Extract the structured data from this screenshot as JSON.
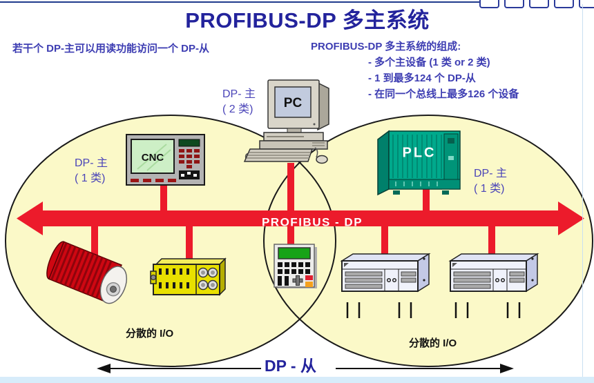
{
  "slide": {
    "title": "PROFIBUS-DP 多主系统"
  },
  "notes": {
    "left": "若干个 DP-主可以用读功能访问一个 DP-从"
  },
  "composition": {
    "heading": "PROFIBUS-DP 多主系统的组成:",
    "items": [
      "- 多个主设备 (1 类 or 2 类)",
      "- 1 到最多124 个 DP-从",
      "- 在同一个总线上最多126 个设备"
    ]
  },
  "bus": {
    "label": "PROFIBUS - DP"
  },
  "devices": {
    "pc": {
      "screen_label": "PC",
      "role": [
        "DP- 主",
        "( 2 类)"
      ]
    },
    "cnc": {
      "screen_label": "CNC",
      "role": [
        "DP- 主",
        "( 1 类)"
      ]
    },
    "plc": {
      "screen_label": "PLC",
      "role": [
        "DP- 主",
        "( 1 类)"
      ]
    }
  },
  "io": {
    "left_label": "分散的 I/O",
    "right_label": "分散的 I/O"
  },
  "bottom": {
    "span_label": "DP - 从"
  },
  "colors": {
    "bus_red": "#ec1b2b",
    "segment_fill": "#fbf9c8",
    "title_blue": "#23239c",
    "text_blue": "#3d3db2",
    "bottom_bar": "#d7ecfa"
  }
}
